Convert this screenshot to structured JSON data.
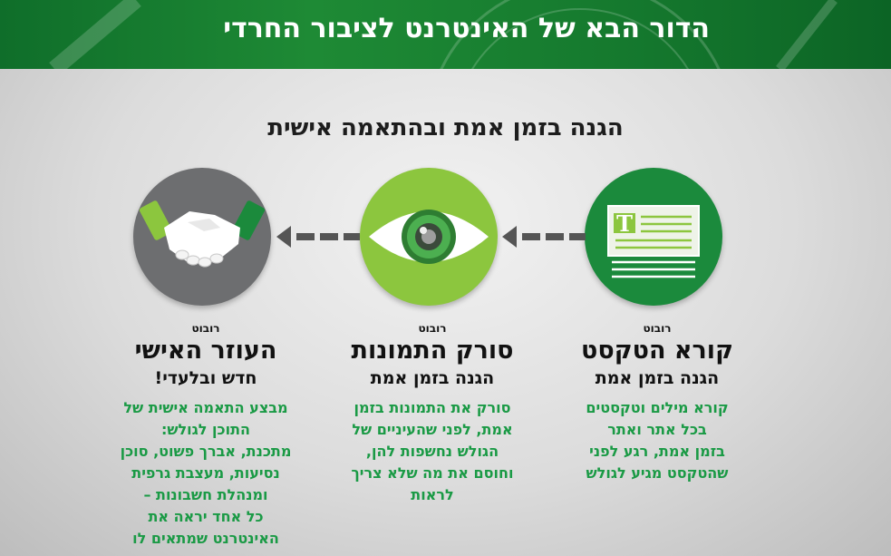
{
  "banner": {
    "title": "הדור הבא של האינטרנט לציבור החרדי"
  },
  "headline": "הגנה בזמן אמת ובהתאמה אישית",
  "colors": {
    "banner": "#1e8a35",
    "dark_green": "#1b8a3c",
    "light_green": "#8cc63e",
    "gray": "#6d6e70",
    "text_green": "#1a9a45"
  },
  "robots": [
    {
      "kicker": "רובוט",
      "title": "קורא הטקסט",
      "subtitle": "הגנה בזמן אמת",
      "icon": "document-icon",
      "desc": [
        "קורא מילים וטקסטים",
        "בכל אתר ואתר",
        "בזמן אמת, רגע לפני",
        "שהטקסט מגיע לגולש"
      ]
    },
    {
      "kicker": "רובוט",
      "title": "סורק התמונות",
      "subtitle": "הגנה בזמן אמת",
      "icon": "eye-icon",
      "desc": [
        "סורק את התמונות בזמן",
        "אמת, לפני שהעיניים של",
        "הגולש נחשפות להן,",
        "וחוסם את מה שלא צריך",
        "לראות"
      ]
    },
    {
      "kicker": "רובוט",
      "title": "העוזר האישי",
      "subtitle": "חדש ובלעדי!",
      "icon": "handshake-icon",
      "desc": [
        "מבצע התאמה אישית של",
        "התוכן לגולש:",
        "מתכנת, אברך פשוט, סוכן",
        "נסיעות, מעצבת גרפית",
        "ומנהלת חשבונות –",
        "כל אחד יראה את",
        "האינטרנט שמתאים לו"
      ]
    }
  ]
}
